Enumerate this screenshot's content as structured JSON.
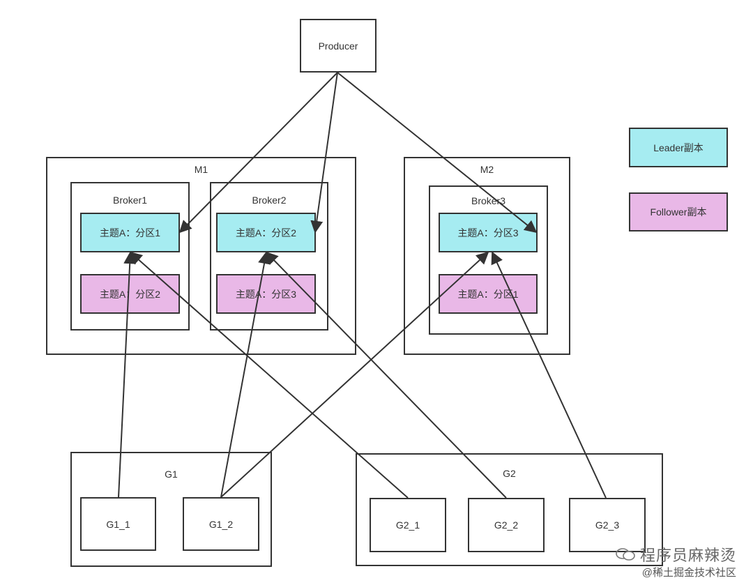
{
  "colors": {
    "leader": "#a6ecf1",
    "follower": "#e9b8e7",
    "stroke": "#333333"
  },
  "producer": "Producer",
  "legend": {
    "leader": "Leader副本",
    "follower": "Follower副本"
  },
  "machines": {
    "m1": "M1",
    "m2": "M2"
  },
  "brokers": {
    "b1": {
      "title": "Broker1",
      "leader": "主题A：分区1",
      "follower": "主题A：分区2"
    },
    "b2": {
      "title": "Broker2",
      "leader": "主题A：分区2",
      "follower": "主题A：分区3"
    },
    "b3": {
      "title": "Broker3",
      "leader": "主题A：分区3",
      "follower": "主题A：分区1"
    }
  },
  "groups": {
    "g1": {
      "title": "G1",
      "members": [
        "G1_1",
        "G1_2"
      ]
    },
    "g2": {
      "title": "G2",
      "members": [
        "G2_1",
        "G2_2",
        "G2_3"
      ]
    }
  },
  "watermark": {
    "line1": "程序员麻辣烫",
    "line2": "@稀土掘金技术社区",
    "icon": "wechat-icon"
  }
}
